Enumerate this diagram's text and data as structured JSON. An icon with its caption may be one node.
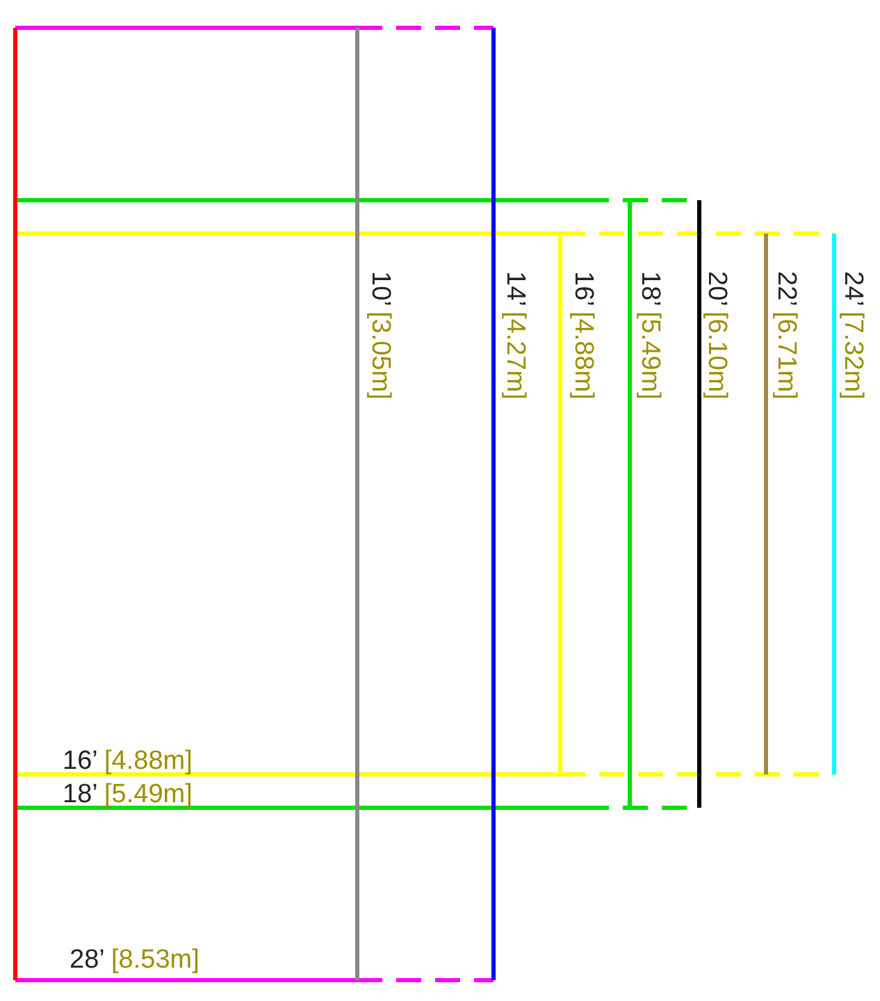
{
  "diagram": {
    "labels": [
      "10’",
      "[3.05m]",
      "14’",
      "[4.27m]",
      "16’",
      "[4.88m]",
      "18’",
      "[5.49m]",
      "20’",
      "[6.10m]",
      "22’",
      "[6.71m]",
      "24’",
      "[7.32m]",
      "16’",
      "[4.88m]",
      "18’",
      "[5.49m]",
      "28’",
      "[8.53m]"
    ]
  }
}
